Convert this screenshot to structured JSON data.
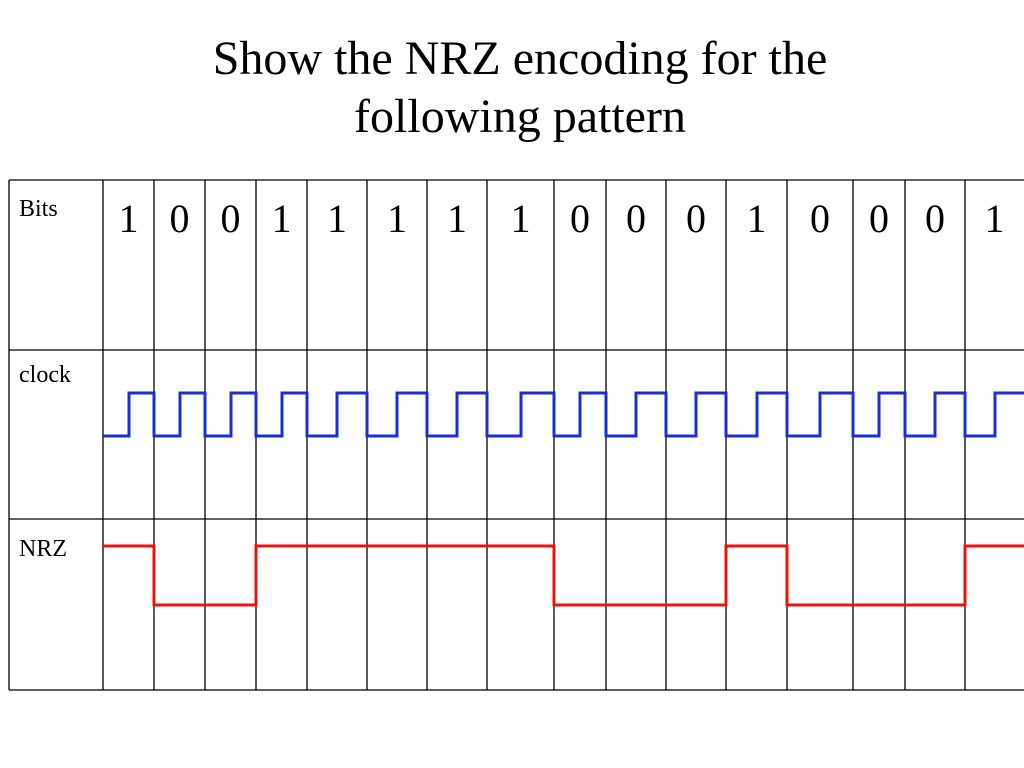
{
  "title": {
    "line1": "Show the NRZ encoding for the",
    "line2": "following pattern"
  },
  "rows": {
    "bits_label": "Bits",
    "clock_label": "clock",
    "nrz_label": "NRZ"
  },
  "bits": [
    "1",
    "0",
    "0",
    "1",
    "1",
    "1",
    "1",
    "1",
    "0",
    "0",
    "0",
    "1",
    "0",
    "0",
    "0",
    "1"
  ],
  "colors": {
    "clock": "#1a2fd0",
    "nrz": "#ee1111",
    "grid": "#000000"
  }
}
